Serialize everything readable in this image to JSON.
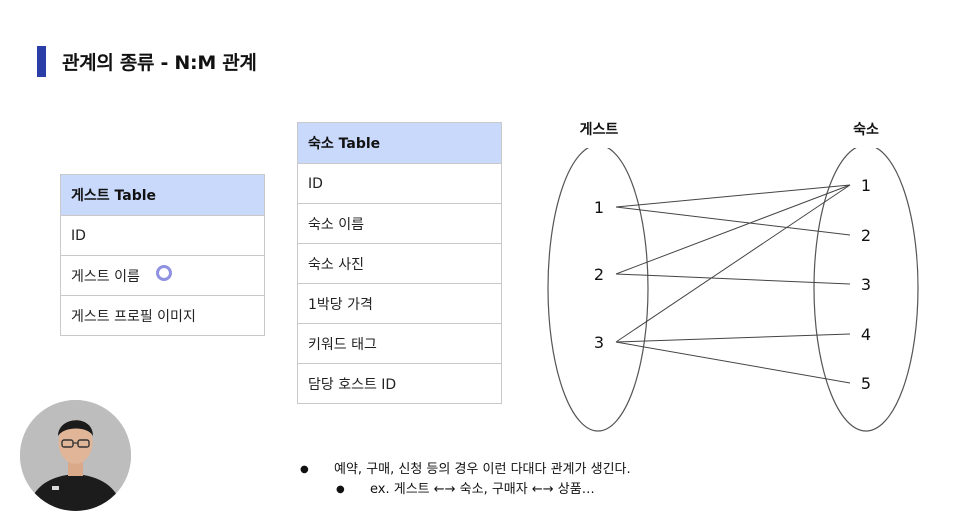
{
  "page": {
    "title": "관계의 종류 - N:M 관계"
  },
  "guest_table": {
    "header": "게스트 Table",
    "rows": [
      "ID",
      "게스트 이름",
      "게스트 프로필 이미지"
    ]
  },
  "lodging_table": {
    "header": "숙소 Table",
    "rows": [
      "ID",
      "숙소 이름",
      "숙소 사진",
      "1박당 가격",
      "키워드 태그",
      "담당 호스트 ID"
    ]
  },
  "diagram": {
    "left_set_label": "게스트",
    "right_set_label": "숙소",
    "left_items": [
      "1",
      "2",
      "3"
    ],
    "right_items": [
      "1",
      "2",
      "3",
      "4",
      "5"
    ],
    "links": [
      [
        "1",
        "1"
      ],
      [
        "1",
        "2"
      ],
      [
        "2",
        "1"
      ],
      [
        "2",
        "3"
      ],
      [
        "3",
        "1"
      ],
      [
        "3",
        "4"
      ],
      [
        "3",
        "5"
      ]
    ]
  },
  "notes": {
    "bullet_1": "예약, 구매, 신청 등의 경우 이런 다대다 관계가 생긴다.",
    "bullet_2": "ex. 게스트 ←→ 숙소, 구매자 ←→ 상품…"
  }
}
